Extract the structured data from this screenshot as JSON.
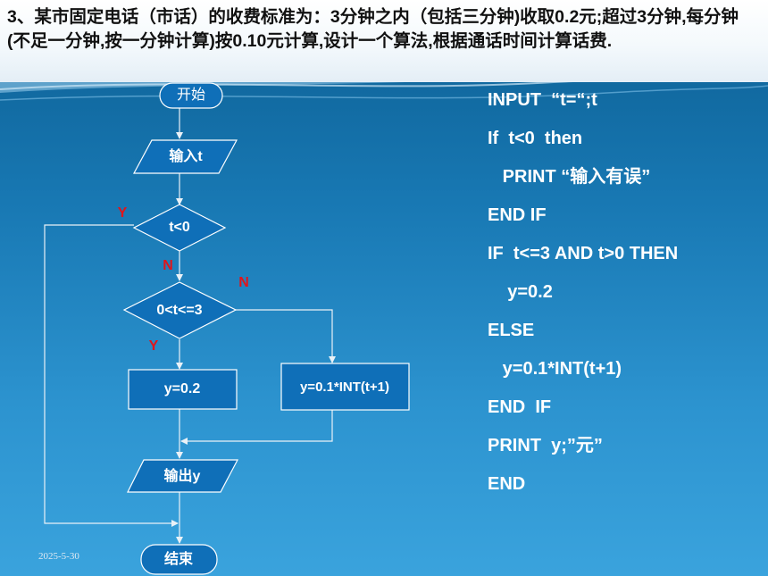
{
  "title": "3、某市固定电话（市话）的收费标准为：3分钟之内（包括三分钟)收取0.2元;超过3分钟,每分钟(不足一分钟,按一分钟计算)按0.10元计算,设计一个算法,根据通话时间计算话费.",
  "flowchart": {
    "start": "开始",
    "input": "输入t",
    "decision1": "t<0",
    "decision2": "0<t<=3",
    "process_yes": "y=0.2",
    "process_no": "y=0.1*INT(t+1)",
    "output": "输出y",
    "end": "结束",
    "label_d1_yes": "Y",
    "label_d1_no": "N",
    "label_d2_yes": "Y",
    "label_d2_no": "N"
  },
  "code_lines": [
    "INPUT  “t=“;t",
    "If  t<0  then",
    "   PRINT “输入有误”",
    "END IF",
    "IF  t<=3 AND t>0 THEN",
    "    y=0.2",
    "ELSE",
    "   y=0.1*INT(t+1)",
    "END  IF",
    "PRINT  y;”元”",
    "END"
  ],
  "date": "2025-5-30",
  "colors": {
    "shape_fill": "#0f6fb8",
    "shape_stroke": "#ffffff",
    "arrow": "#e9f1f7",
    "label_red": "#e0151b"
  }
}
